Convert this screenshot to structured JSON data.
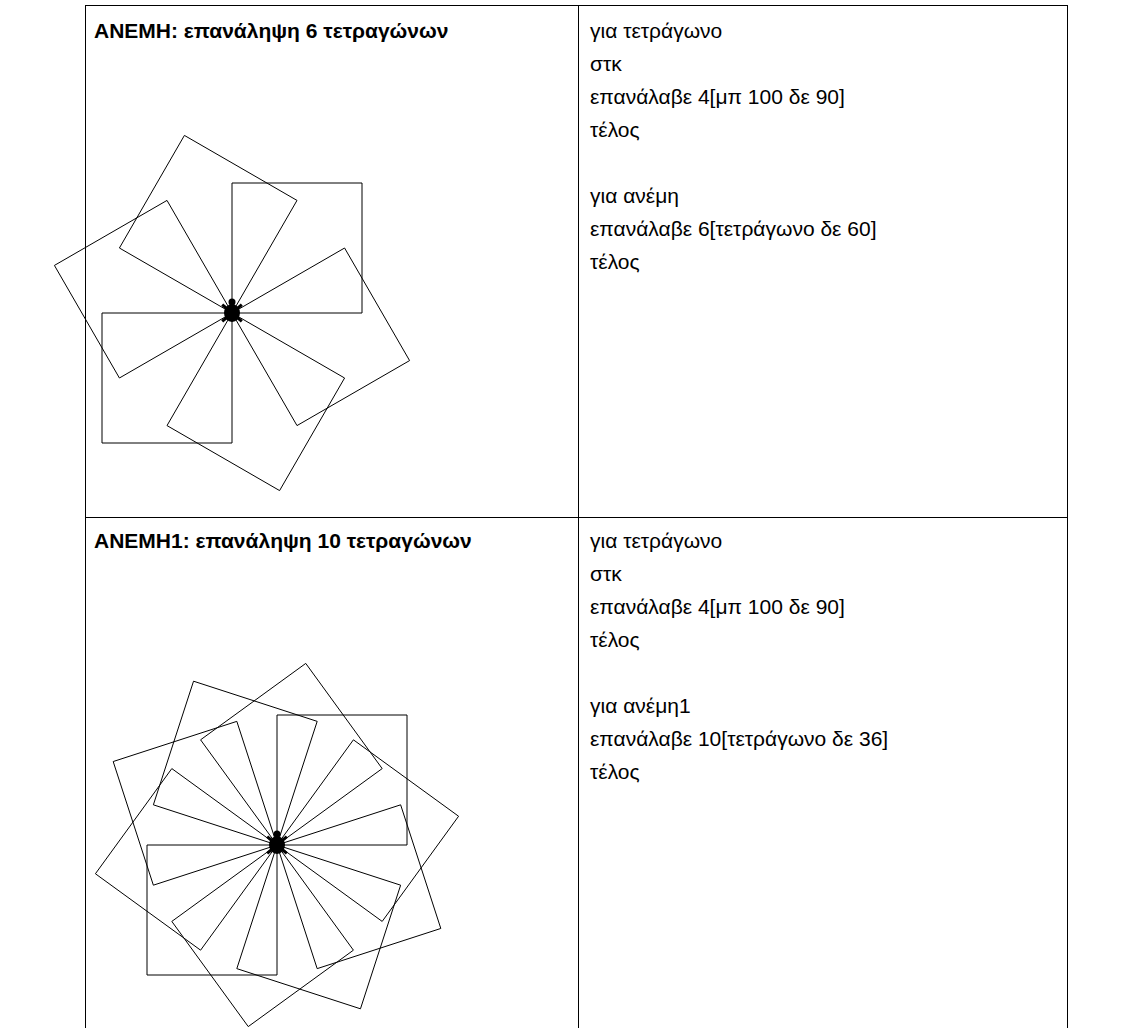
{
  "diagram": {
    "nodes": [
      {
        "text": [
          "ΑΝΕΜΗ: επανάληψη 6 τετραγώνων"
        ]
      },
      {
        "text": [
          "για τετράγωνο",
          "στκ",
          "επανάλαβε 4[μπ 100 δε 90]",
          "τέλος",
          "για ανέμη",
          "επανάλαβε 6[τετράγωνο δε 60]",
          "τέλος"
        ]
      },
      {
        "text": [
          "ΑΝΕΜΗ1: επανάληψη 10 τετραγώνων"
        ]
      },
      {
        "text": [
          "για τετράγωνο",
          "στκ",
          "επανάλαβε 4[μπ 100 δε 90]",
          "τέλος",
          "για ανέμη1",
          "επανάλαβε 10[τετράγωνο δε 36]",
          "τέλος"
        ]
      }
    ]
  }
}
